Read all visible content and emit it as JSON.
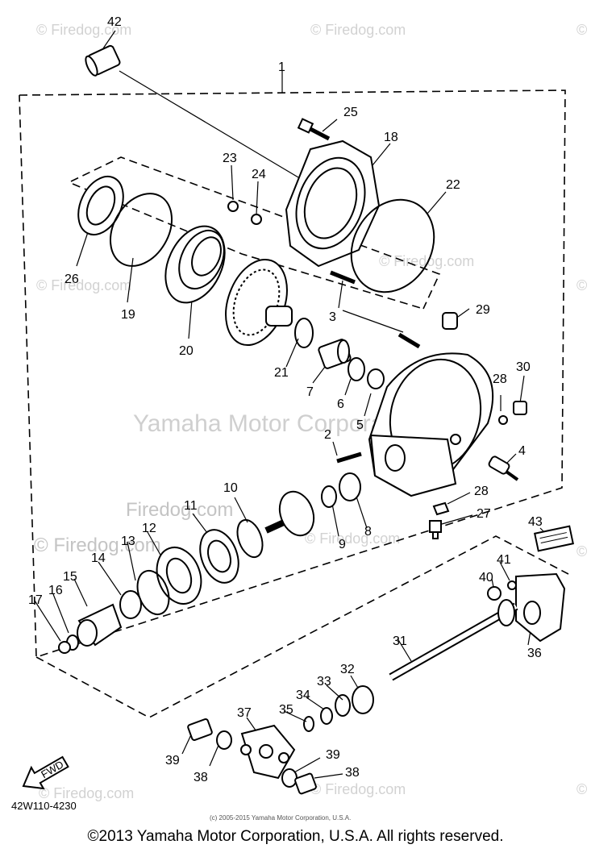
{
  "parts": [
    {
      "num": "42"
    },
    {
      "num": "1"
    },
    {
      "num": "25"
    },
    {
      "num": "18"
    },
    {
      "num": "23"
    },
    {
      "num": "24"
    },
    {
      "num": "22"
    },
    {
      "num": "26"
    },
    {
      "num": "19"
    },
    {
      "num": "20"
    },
    {
      "num": "3"
    },
    {
      "num": "29"
    },
    {
      "num": "21"
    },
    {
      "num": "7"
    },
    {
      "num": "6"
    },
    {
      "num": "5"
    },
    {
      "num": "28"
    },
    {
      "num": "30"
    },
    {
      "num": "2"
    },
    {
      "num": "4"
    },
    {
      "num": "10"
    },
    {
      "num": "11"
    },
    {
      "num": "28"
    },
    {
      "num": "27"
    },
    {
      "num": "9"
    },
    {
      "num": "8"
    },
    {
      "num": "43"
    },
    {
      "num": "13"
    },
    {
      "num": "12"
    },
    {
      "num": "14"
    },
    {
      "num": "15"
    },
    {
      "num": "41"
    },
    {
      "num": "40"
    },
    {
      "num": "16"
    },
    {
      "num": "17"
    },
    {
      "num": "36"
    },
    {
      "num": "31"
    },
    {
      "num": "32"
    },
    {
      "num": "33"
    },
    {
      "num": "34"
    },
    {
      "num": "35"
    },
    {
      "num": "37"
    },
    {
      "num": "39"
    },
    {
      "num": "38"
    },
    {
      "num": "39"
    },
    {
      "num": "38"
    }
  ],
  "watermarks": {
    "firedog": "© Firedog.com",
    "firedog_plain": "Firedog.com",
    "yamaha": "Yamaha Motor Corporation"
  },
  "fwd_label": "FWD",
  "diagram_code": "42W110-4230",
  "small_copyright": "(c) 2005-2015 Yamaha Motor Corporation, U.S.A.",
  "footer_copyright": "©2013 Yamaha Motor Corporation, U.S.A. All rights reserved."
}
